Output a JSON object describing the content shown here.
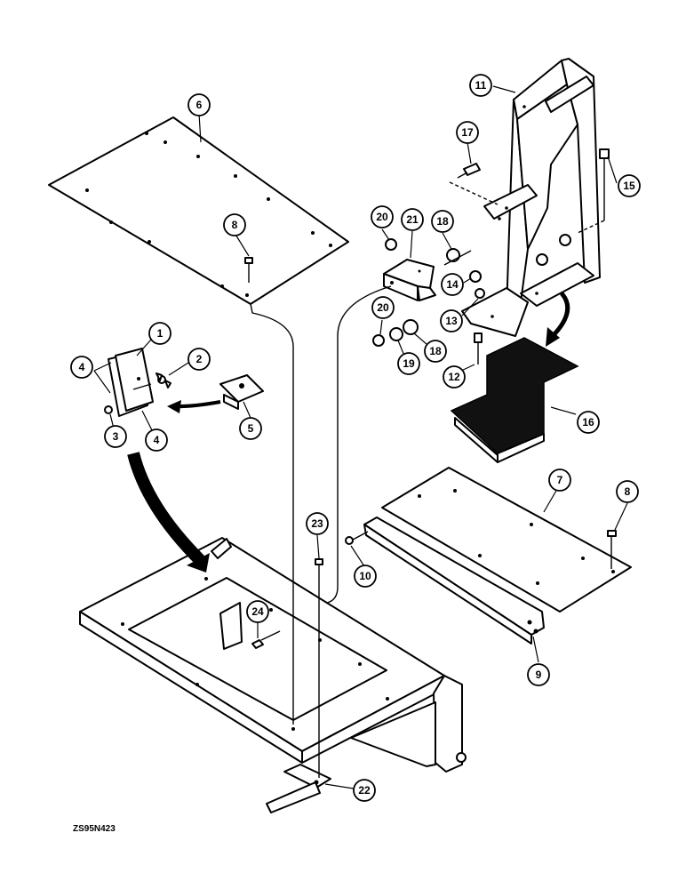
{
  "drawing_code": "ZS95N423",
  "callouts": [
    {
      "id": "1",
      "label": "1"
    },
    {
      "id": "2",
      "label": "2"
    },
    {
      "id": "3",
      "label": "3"
    },
    {
      "id": "4a",
      "label": "4"
    },
    {
      "id": "4b",
      "label": "4"
    },
    {
      "id": "5",
      "label": "5"
    },
    {
      "id": "6",
      "label": "6"
    },
    {
      "id": "7",
      "label": "7"
    },
    {
      "id": "8a",
      "label": "8"
    },
    {
      "id": "8b",
      "label": "8"
    },
    {
      "id": "9",
      "label": "9"
    },
    {
      "id": "10",
      "label": "10"
    },
    {
      "id": "11",
      "label": "11"
    },
    {
      "id": "12",
      "label": "12"
    },
    {
      "id": "13",
      "label": "13"
    },
    {
      "id": "14",
      "label": "14"
    },
    {
      "id": "15",
      "label": "15"
    },
    {
      "id": "16",
      "label": "16"
    },
    {
      "id": "17",
      "label": "17"
    },
    {
      "id": "18a",
      "label": "18"
    },
    {
      "id": "18b",
      "label": "18"
    },
    {
      "id": "19",
      "label": "19"
    },
    {
      "id": "20a",
      "label": "20"
    },
    {
      "id": "20b",
      "label": "20"
    },
    {
      "id": "21",
      "label": "21"
    },
    {
      "id": "22",
      "label": "22"
    },
    {
      "id": "23",
      "label": "23"
    },
    {
      "id": "24",
      "label": "24"
    }
  ]
}
